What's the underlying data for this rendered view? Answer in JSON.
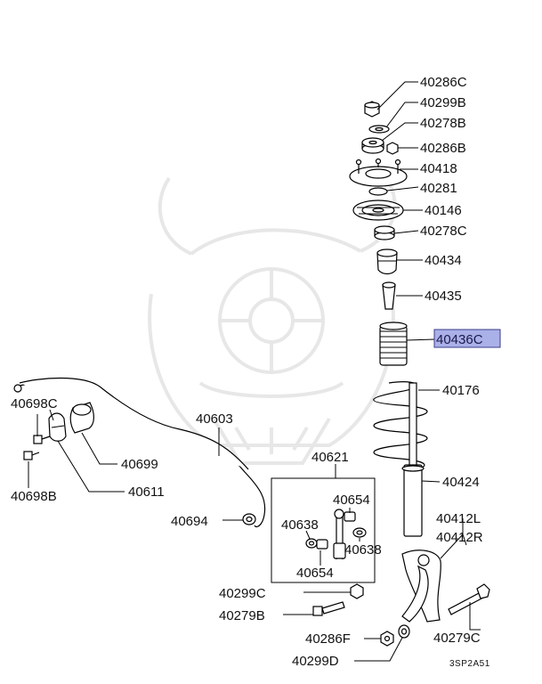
{
  "diagram_code": "3SP2A51",
  "highlight_color": "#aab0e8",
  "watermark": "samurai-helmet-logo",
  "parts": {
    "p40286C": "40286C",
    "p40299B": "40299B",
    "p40278B": "40278B",
    "p40286B": "40286B",
    "p40418": "40418",
    "p40281": "40281",
    "p40146": "40146",
    "p40278C": "40278C",
    "p40434": "40434",
    "p40435": "40435",
    "p40436C": "40436C",
    "p40176": "40176",
    "p40424": "40424",
    "p40412L": "40412L",
    "p40412R": "40412R",
    "p40279C": "40279C",
    "p40698C": "40698C",
    "p40698B": "40698B",
    "p40699": "40699",
    "p40611": "40611",
    "p40603": "40603",
    "p40621": "40621",
    "p40694": "40694",
    "p40654a": "40654",
    "p40654b": "40654",
    "p40638a": "40638",
    "p40638b": "40638",
    "p40299C": "40299C",
    "p40279B": "40279B",
    "p40286F": "40286F",
    "p40299D": "40299D"
  }
}
